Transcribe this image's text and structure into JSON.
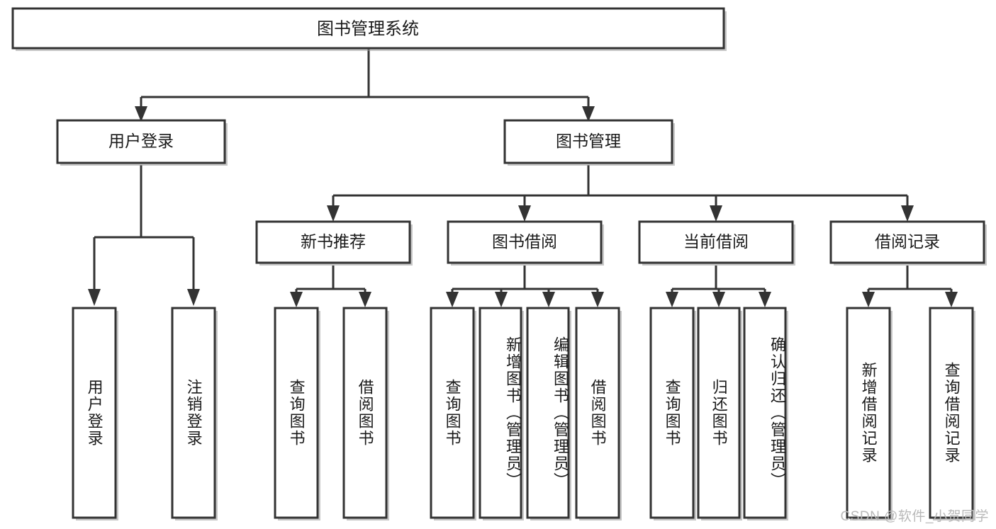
{
  "diagram": {
    "title": "图书管理系统",
    "type": "tree-hierarchy",
    "watermark": "CSDN @软件_小贺同学",
    "colors": {
      "stroke": "#333333",
      "fill": "#ffffff",
      "text": "#1a1a1a",
      "watermark": "#b9b9b9"
    },
    "root": {
      "label": "图书管理系统"
    },
    "level2": [
      {
        "label": "用户登录"
      },
      {
        "label": "图书管理"
      }
    ],
    "level3": [
      {
        "label": "新书推荐"
      },
      {
        "label": "图书借阅"
      },
      {
        "label": "当前借阅"
      },
      {
        "label": "借阅记录"
      }
    ],
    "leaves": {
      "user_login": [
        {
          "label": "用户登录"
        },
        {
          "label": "注销登录"
        }
      ],
      "new_book_recommend": [
        {
          "label": "查询图书"
        },
        {
          "label": "借阅图书"
        }
      ],
      "book_borrow": [
        {
          "label": "查询图书"
        },
        {
          "label": "新增图书（管理员）"
        },
        {
          "label": "编辑图书（管理员）"
        },
        {
          "label": "借阅图书"
        }
      ],
      "current_borrow": [
        {
          "label": "查询图书"
        },
        {
          "label": "归还图书"
        },
        {
          "label": "确认归还（管理员）"
        }
      ],
      "borrow_record": [
        {
          "label": "新增借阅记录"
        },
        {
          "label": "查询借阅记录"
        }
      ]
    }
  }
}
